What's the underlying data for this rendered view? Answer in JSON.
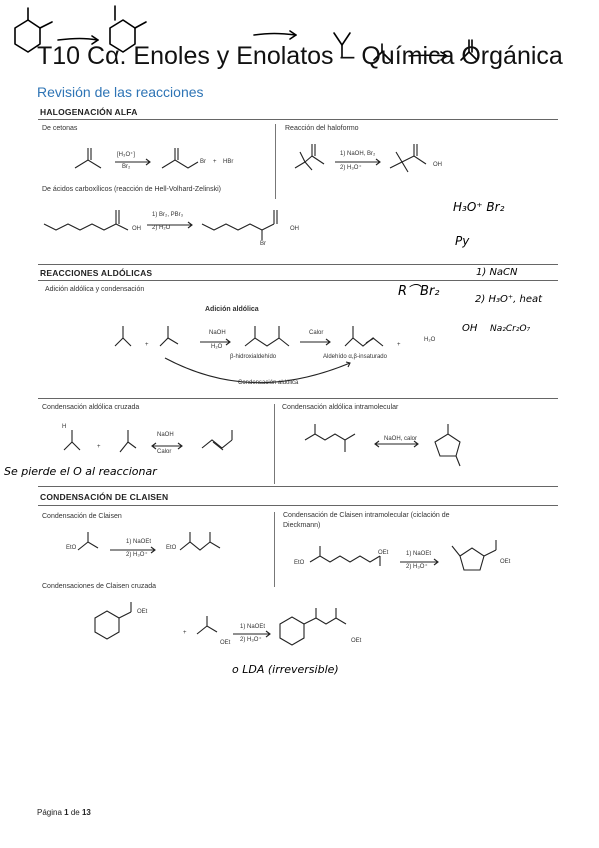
{
  "page": {
    "title": "T10 Cα. Enoles y Enolatos – Química Orgánica",
    "subtitle": "Revisión de las reacciones",
    "footer_prefix": "Página ",
    "footer_page": "1",
    "footer_mid": " de ",
    "footer_total": "13"
  },
  "halogenacion": {
    "heading": "HALOGENACIÓN ALFA",
    "cetonas_label": "De cetonas",
    "cetonas_reagent_top": "[H₃O⁺]",
    "cetonas_reagent_bottom": "Br₂",
    "cetonas_byproduct": "HBr",
    "haloformo_label": "Reacción del haloformo",
    "haloformo_reagent_1": "1) NaOH, Br₂",
    "haloformo_reagent_2": "2) H₃O⁺",
    "acidos_label": "De ácidos carboxílicos (reacción de Hell-Volhard-Zelinski)",
    "acidos_reagent_1": "1) Br₂, PBr₃",
    "acidos_reagent_2": "2) H₂O",
    "oh_label": "OH",
    "br_label": "Br",
    "hw_reagents": "H₃O⁺ Br₂",
    "hw_below": "Py"
  },
  "aldolicas": {
    "heading": "REACCIONES ALDÓLICAS",
    "adicion_label": "Adición aldólica y condensación",
    "adicion_title": "Adición aldólica",
    "naoh": "NaOH",
    "h2o": "H₂O",
    "calor": "Calor",
    "beta_label": "β-hidroxialdehído",
    "enal_label": "Aldehído α,β-insaturado",
    "condensacion_label": "Condensación aldólica",
    "cruzada_label": "Condensación aldólica cruzada",
    "intra_label": "Condensación aldólica intramolecular",
    "intra_reagent": "NaOH, calor",
    "h_label": "H",
    "hw_rbr": "R⌒Br₂",
    "hw_step1": "1) NaCN",
    "hw_step2": "2) H₃O⁺, heat",
    "hw_oh": "OH",
    "hw_ox": "Na₂Cr₂O₇",
    "hw_note": "Se pierde el O al reaccionar"
  },
  "claisen": {
    "heading": "CONDENSACIÓN DE CLAISEN",
    "label": "Condensación de Claisen",
    "reagent_1": "1) NaOEt",
    "reagent_2": "2) H₃O⁺",
    "eto": "EtO",
    "oet": "OEt",
    "dieckmann_label_1": "Condensación de Claisen intramolecular (ciclación de",
    "dieckmann_label_2": "Dieckmann)",
    "cruzada_label": "Condensaciones de Claisen cruzada",
    "hw_lda": "o LDA (irreversible)"
  }
}
